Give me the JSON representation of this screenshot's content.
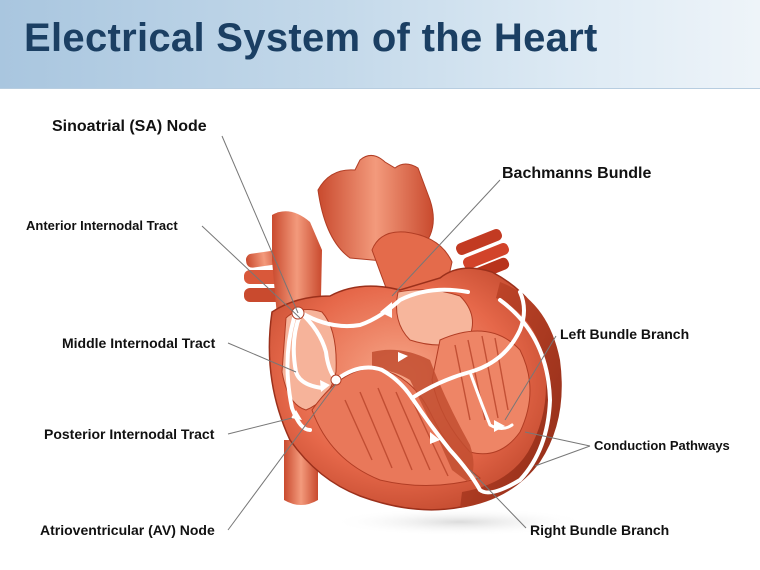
{
  "title": "Electrical System of the Heart",
  "labels": {
    "sa_node": "Sinoatrial (SA) Node",
    "bachmanns_bundle": "Bachmanns Bundle",
    "anterior_internodal": "Anterior Internodal Tract",
    "middle_internodal": "Middle Internodal Tract",
    "posterior_internodal": "Posterior Internodal Tract",
    "av_node": "Atrioventricular (AV) Node",
    "left_bundle_branch": "Left Bundle Branch",
    "conduction_pathways": "Conduction Pathways",
    "right_bundle_branch": "Right Bundle Branch"
  },
  "colors": {
    "banner": "#b9d2e6",
    "title": "#1b3f63",
    "heart_main": "#e8694a",
    "heart_dark": "#a8321d",
    "heart_light": "#f6a78b",
    "pathway": "#ffffff",
    "leader_line": "#777777"
  }
}
